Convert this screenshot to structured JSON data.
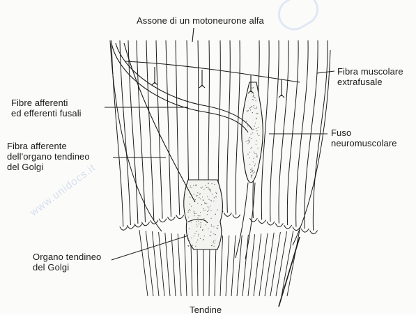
{
  "labels": {
    "axon": "Assone di un motoneurone alfa",
    "extrafusal": "Fibra muscolare\nextrafusale",
    "fusal": "Fibre afferenti\ned efferenti fusali",
    "spindle": "Fuso\nneuromuscolare",
    "golgi_afferent": "Fibra afferente\ndell'organo tendineo\ndel Golgi",
    "golgi_organ": "Organo tendineo\ndel Golgi",
    "tendon": "Tendine"
  },
  "watermark": "www.unidocs.it",
  "colors": {
    "ink": "#1a1a1a",
    "stipple": "#5a5a5a",
    "watermark": "#b9c9e6"
  }
}
